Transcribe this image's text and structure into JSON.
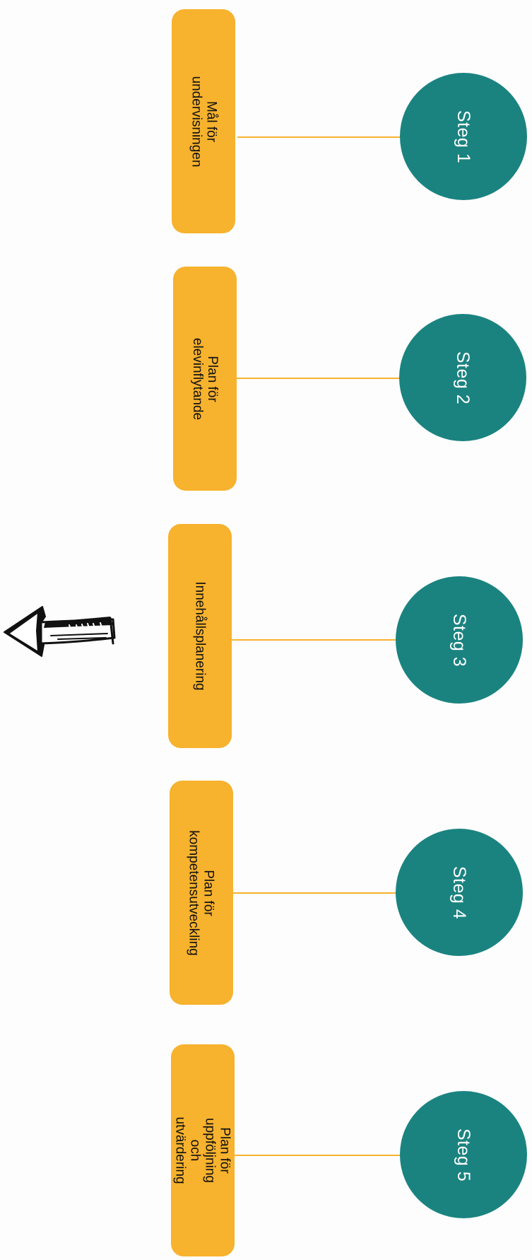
{
  "colors": {
    "background": "#fdfdfd",
    "circle_fill": "#1a8380",
    "box_fill": "#f7b22e",
    "connector": "#f7b22e",
    "arrow_stroke": "#111111"
  },
  "steps": [
    {
      "circle_label": "Steg 1",
      "box_label": "Mål för undervisningen"
    },
    {
      "circle_label": "Steg 2",
      "box_label": "Plan för elevinflytande"
    },
    {
      "circle_label": "Steg 3",
      "box_label": "Innehållsplanering"
    },
    {
      "circle_label": "Steg 4",
      "box_label": "Plan för kompetensutveckling"
    },
    {
      "circle_label": "Steg 5",
      "box_label": "Plan för uppföljning och utvärdering"
    }
  ],
  "decorations": [
    {
      "name": "hand-drawn-arrow-icon",
      "points_toward": "left"
    }
  ]
}
